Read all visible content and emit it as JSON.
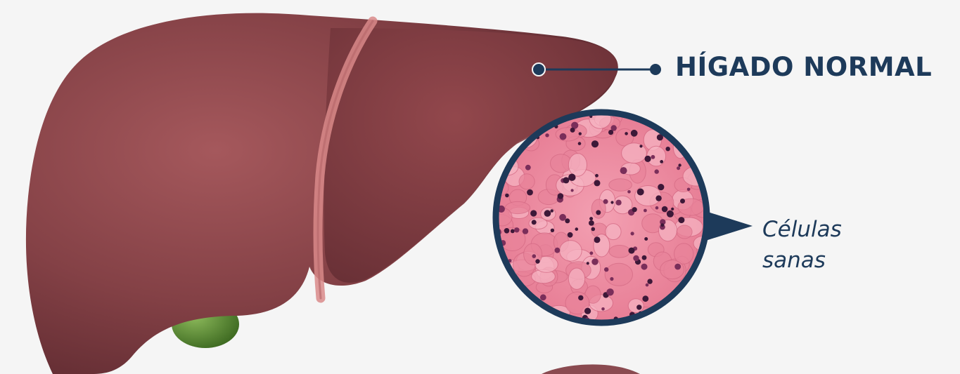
{
  "labels": {
    "organ_title": "HÍGADO NORMAL",
    "cells_caption_line1": "Células",
    "cells_caption_line2": "sanas"
  },
  "colors": {
    "background": "#f5f5f5",
    "navy": "#1d3a5a",
    "liver": "#7a3a3f",
    "liver_highlight": "#a5585c",
    "ligament": "#d98a8a",
    "gallbladder": "#5a8a2e",
    "tissue": "#ec8ba0",
    "nuclei": "#3d1838"
  }
}
